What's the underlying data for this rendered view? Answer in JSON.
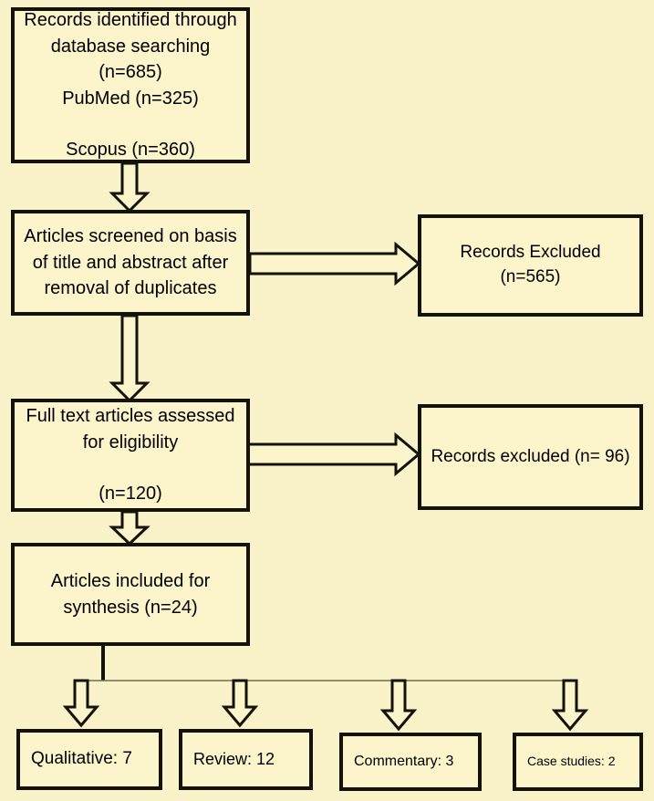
{
  "diagram": {
    "type": "prisma-flow-diagram",
    "title": "PRISMA study selection flow diagram",
    "background_color": "#faf2c8",
    "box_fill_color": "#fcf4cb",
    "border_color": "#13130c",
    "connector_color": "#13130c"
  },
  "nodes": {
    "identified": {
      "id": "records-identified",
      "text": "Records identified through\ndatabase searching (n=685)\nPubMed (n=325)\n\nScopus (n=360)",
      "total": 685,
      "sources": [
        {
          "name": "PubMed",
          "count": 325
        },
        {
          "name": "Scopus",
          "count": 360
        }
      ]
    },
    "screened": {
      "id": "articles-screened",
      "text": "Articles screened on basis\nof title and abstract after\nremoval of duplicates"
    },
    "excluded_1": {
      "id": "records-excluded-screening",
      "text": "Records Excluded (n=565)",
      "count": 565
    },
    "fulltext": {
      "id": "full-text-assessed",
      "text": "Full text articles assessed\nfor eligibility\n\n(n=120)",
      "count": 120
    },
    "excluded_2": {
      "id": "records-excluded-eligibility",
      "text": "Records excluded (n= 96)",
      "count": 96
    },
    "included": {
      "id": "articles-included",
      "text": "Articles included for\nsynthesis (n=24)",
      "count": 24
    }
  },
  "outcomes": [
    {
      "id": "qualitative",
      "label": "Qualitative: 7",
      "category": "Qualitative",
      "count": 7
    },
    {
      "id": "review",
      "label": "Review:  12",
      "category": "Review",
      "count": 12
    },
    {
      "id": "commentary",
      "label": "Commentary: 3",
      "category": "Commentary",
      "count": 3
    },
    {
      "id": "case-studies",
      "label": "Case studies: 2",
      "category": "Case studies",
      "count": 2
    }
  ],
  "connectors": [
    {
      "from": "identified",
      "to": "screened",
      "style": "hollow-block-arrow",
      "direction": "down"
    },
    {
      "from": "screened",
      "to": "excluded_1",
      "style": "hollow-block-arrow",
      "direction": "right"
    },
    {
      "from": "screened",
      "to": "fulltext",
      "style": "hollow-block-arrow",
      "direction": "down"
    },
    {
      "from": "fulltext",
      "to": "excluded_2",
      "style": "hollow-block-arrow",
      "direction": "right"
    },
    {
      "from": "fulltext",
      "to": "included",
      "style": "hollow-block-arrow",
      "direction": "down"
    },
    {
      "from": "included",
      "to": "qualitative",
      "style": "hollow-block-arrow",
      "direction": "down"
    },
    {
      "from": "included",
      "to": "review",
      "style": "hollow-block-arrow",
      "direction": "down"
    },
    {
      "from": "included",
      "to": "commentary",
      "style": "hollow-block-arrow",
      "direction": "down"
    },
    {
      "from": "included",
      "to": "case-studies",
      "style": "hollow-block-arrow",
      "direction": "down"
    }
  ]
}
